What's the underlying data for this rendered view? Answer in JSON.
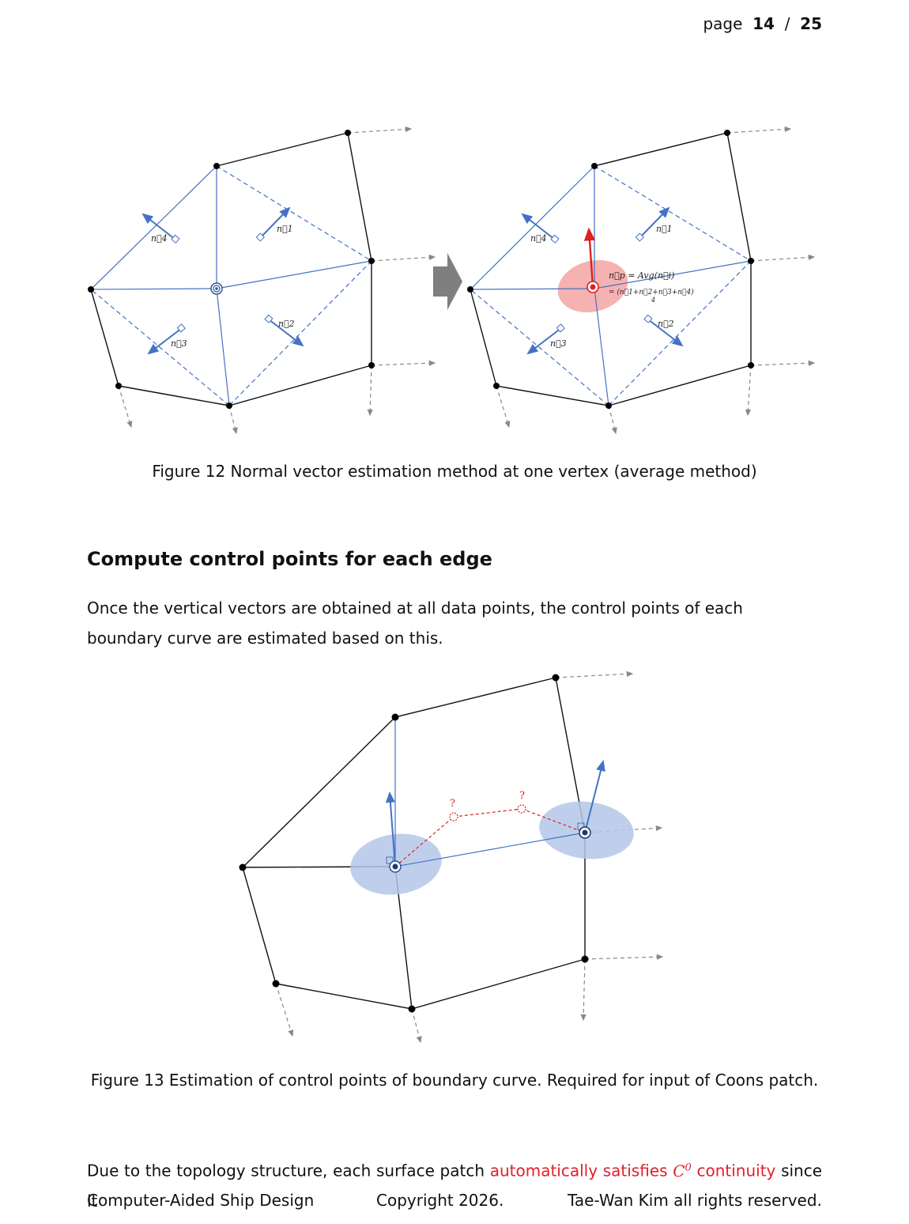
{
  "header": {
    "page_word": "page",
    "page_current": "14",
    "page_sep": "/",
    "page_total": "25"
  },
  "figure12": {
    "caption": "Figure 12 Normal vector estimation method at one vertex (average method)",
    "labels": {
      "n1": "n⃗1",
      "n2": "n⃗2",
      "n3": "n⃗3",
      "n4": "n⃗4"
    },
    "formula_line1": "n⃗p = Avg(n⃗i)",
    "formula_line2": "= (n⃗1+n⃗2+n⃗3+n⃗4)",
    "formula_den": "4",
    "colors": {
      "mesh": "#000000",
      "normal": "#4472c4",
      "highlight": "#f4a3a3",
      "result": "#e02020"
    }
  },
  "section": {
    "heading": "Compute control points for each edge",
    "paragraph": "Once the vertical vectors are obtained at all data points, the control points of each boundary curve are estimated based on this."
  },
  "figure13": {
    "caption": "Figure 13 Estimation of control points of boundary curve. Required for input of Coons patch.",
    "question_mark": "?",
    "colors": {
      "ellipse": "#b4c7e7",
      "control": "#e02020"
    }
  },
  "body_text": {
    "before": "Due to the topology structure, each surface patch",
    "highlight": "automatically satisfies",
    "symbol": "C",
    "superscript": "0",
    "highlight_end": "continuity",
    "after": "since it"
  },
  "footer": {
    "left": "Computer-Aided Ship Design",
    "center": "Copyright 2026.",
    "right": "Tae-Wan Kim all rights reserved."
  }
}
